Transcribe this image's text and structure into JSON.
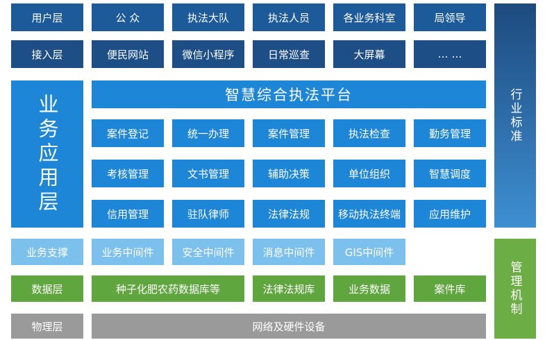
{
  "rows": {
    "user": {
      "label": "用户层",
      "items": [
        "公 众",
        "执法大队",
        "执法人员",
        "各业务科室",
        "局领导"
      ]
    },
    "access": {
      "label": "接入层",
      "items": [
        "便民网站",
        "微信小程序",
        "日常巡查",
        "大屏幕",
        "… …"
      ]
    },
    "app": {
      "label": "业务应用层",
      "platform": "智慧综合执法平台",
      "grid": [
        [
          "案件登记",
          "统一办理",
          "案件管理",
          "执法检查",
          "勤务管理"
        ],
        [
          "考核管理",
          "文书管理",
          "辅助决策",
          "单位组织",
          "智慧调度"
        ],
        [
          "信用管理",
          "驻队律师",
          "法律法规",
          "移动执法终端",
          "应用维护"
        ]
      ]
    },
    "support": {
      "label": "业务支撑",
      "items": [
        "业务中间件",
        "安全中间件",
        "消息中间件",
        "GIS中间件"
      ]
    },
    "data": {
      "label": "数据层",
      "items": [
        "种子化肥农药数据库等",
        "法律法规库",
        "业务数据",
        "案件库"
      ]
    },
    "physical": {
      "label": "物理层",
      "content": "网络及硬件设备"
    }
  },
  "sidebar": {
    "top": "行业标准",
    "bottom": "管理机制"
  },
  "colors": {
    "dark": "#1c5a9a",
    "blue": "#1d86d6",
    "light": "#7cc1ee",
    "green": "#5fa63e",
    "gray": "#9a9a9a"
  }
}
